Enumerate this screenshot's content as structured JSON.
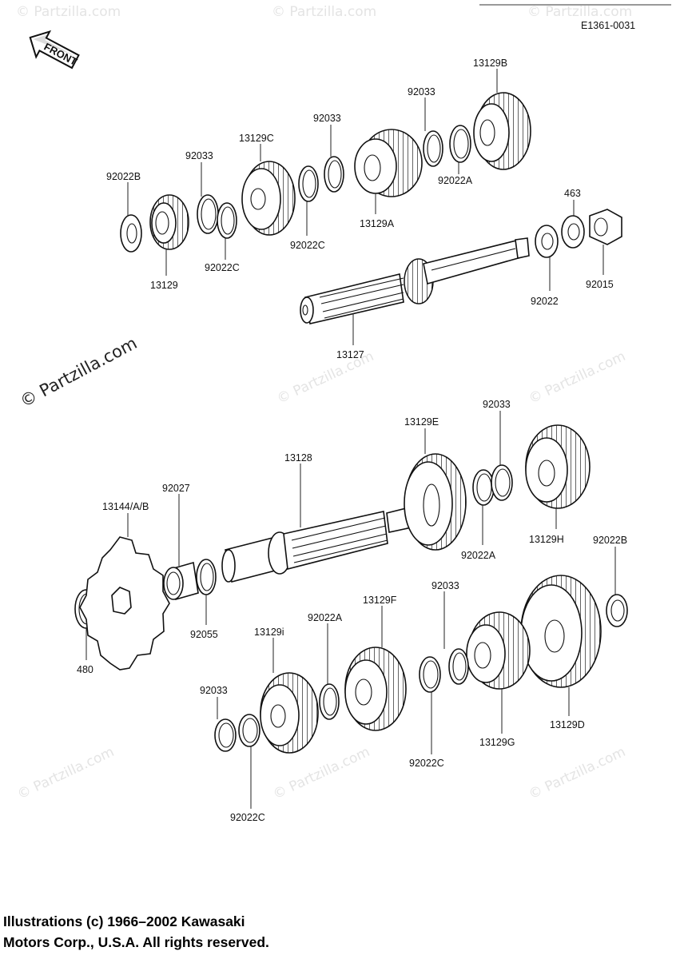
{
  "diagram": {
    "code": "E1361-0031",
    "front_label": "FRONT",
    "watermark": "© Partzilla.com",
    "labels": {
      "p92022B_top": "92022B",
      "p13129": "13129",
      "p92033_a": "92033",
      "p92022C_a": "92022C",
      "p13129C": "13129C",
      "p92033_b": "92033",
      "p92022C_b": "92022C",
      "p13129A": "13129A",
      "p92033_c": "92033",
      "p92022A_top": "92022A",
      "p13129B": "13129B",
      "p463": "463",
      "p92022": "92022",
      "p92015": "92015",
      "p13127": "13127",
      "p13128": "13128",
      "p13129E": "13129E",
      "p92033_d": "92033",
      "p92022A_mid": "92022A",
      "p13129H": "13129H",
      "p92022B_right": "92022B",
      "p13144": "13144/A/B",
      "p92027": "92027",
      "p92055": "92055",
      "p480": "480",
      "p13129i": "13129i",
      "p92022A_low": "92022A",
      "p13129F": "13129F",
      "p92033_e": "92033",
      "p92022C_low": "92022C",
      "p13129G": "13129G",
      "p13129D": "13129D",
      "p92033_f": "92033",
      "p92022C_bottom": "92022C"
    }
  },
  "footer": {
    "line1": "Illustrations (c) 1966–2002 Kawasaki",
    "line2": "Motors Corp., U.S.A.  All rights reserved."
  }
}
